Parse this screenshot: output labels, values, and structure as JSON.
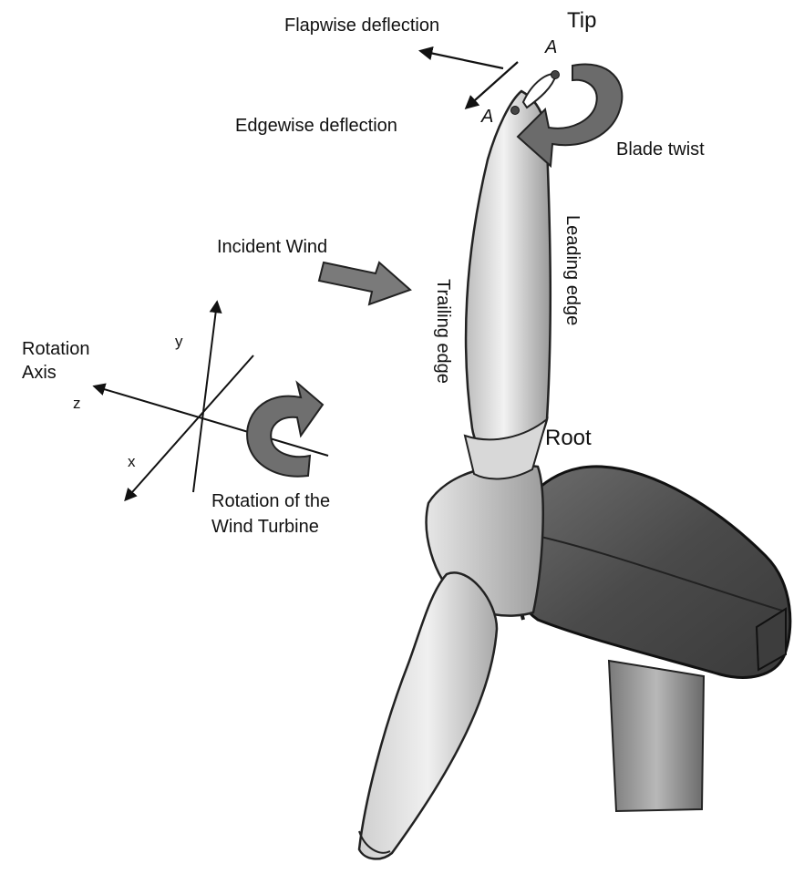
{
  "labels": {
    "tip": "Tip",
    "flapwise": "Flapwise deflection",
    "edgewise": "Edgewise deflection",
    "point_a_top": "A",
    "point_a_bottom": "A",
    "blade_twist": "Blade twist",
    "incident_wind": "Incident Wind",
    "leading_edge": "Leading edge",
    "trailing_edge": "Trailing edge",
    "root": "Root",
    "rotation_axis_line1": "Rotation",
    "rotation_axis_line2": "Axis",
    "axis_y": "y",
    "axis_z": "z",
    "axis_x": "x",
    "rotation_turbine_line1": "Rotation of the",
    "rotation_turbine_line2": "Wind Turbine"
  }
}
